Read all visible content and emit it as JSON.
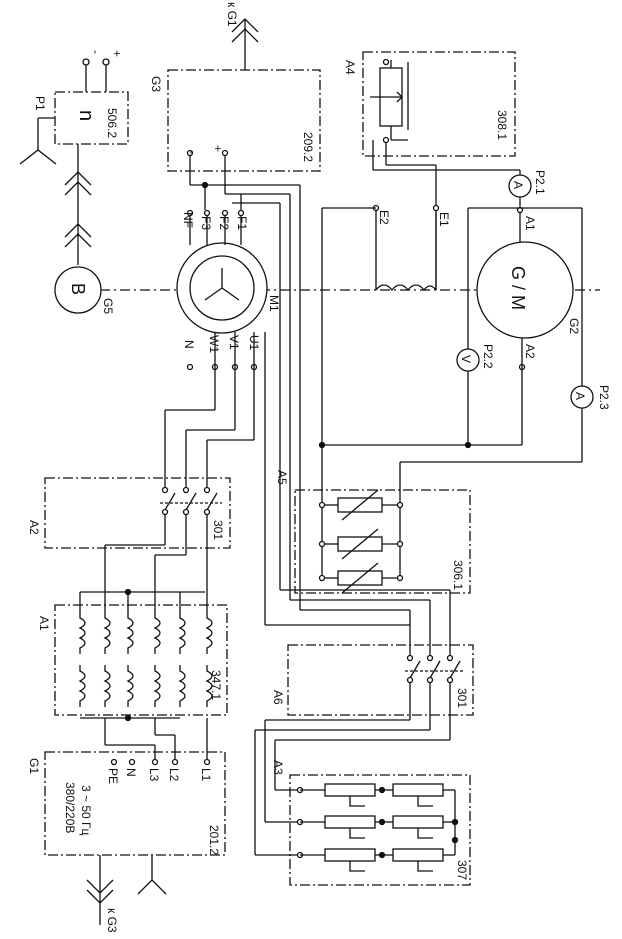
{
  "colors": {
    "line": "#111111",
    "dash": "#222222",
    "background": "#ffffff"
  },
  "blocks": {
    "p1": {
      "tag": "P1",
      "code": "506.2",
      "symbol": "n",
      "minus": "-",
      "plus": "+"
    },
    "g3": {
      "tag": "G3",
      "code": "209.2",
      "minus": "-",
      "plus": "+",
      "to": "к G1"
    },
    "a4": {
      "tag": "A4",
      "code": "308.1"
    },
    "a2": {
      "tag": "A2",
      "code": "301"
    },
    "a1": {
      "tag": "A1",
      "code": "347.1"
    },
    "g1": {
      "tag": "G1",
      "code": "201.2",
      "rating1": "380/220В",
      "rating2": "3 ~ 50 Гц",
      "from": "к G3",
      "terminals": [
        "PE",
        "N",
        "L3",
        "L2",
        "L1"
      ]
    },
    "a5": {
      "tag": "A5",
      "code": "306.1"
    },
    "a6": {
      "tag": "A6",
      "code": "301"
    },
    "a3": {
      "tag": "A3",
      "code": "307"
    }
  },
  "machines": {
    "g5": {
      "tag": "G5",
      "symbol": "B"
    },
    "m1": {
      "tag": "M1",
      "terminals_top": [
        "NF",
        "F3",
        "F2",
        "F1"
      ],
      "terminals_bottom": [
        "N",
        "W1",
        "V1",
        "U1"
      ]
    },
    "g2": {
      "tag": "G2",
      "symbol": "G / M",
      "a1": "A1",
      "a2": "A2",
      "e1": "E1",
      "e2": "E2"
    }
  },
  "meters": {
    "p21": {
      "tag": "P2.1",
      "symbol": "A"
    },
    "p22": {
      "tag": "P2.2",
      "symbol": "V"
    },
    "p23": {
      "tag": "P2.3",
      "symbol": "A"
    }
  }
}
